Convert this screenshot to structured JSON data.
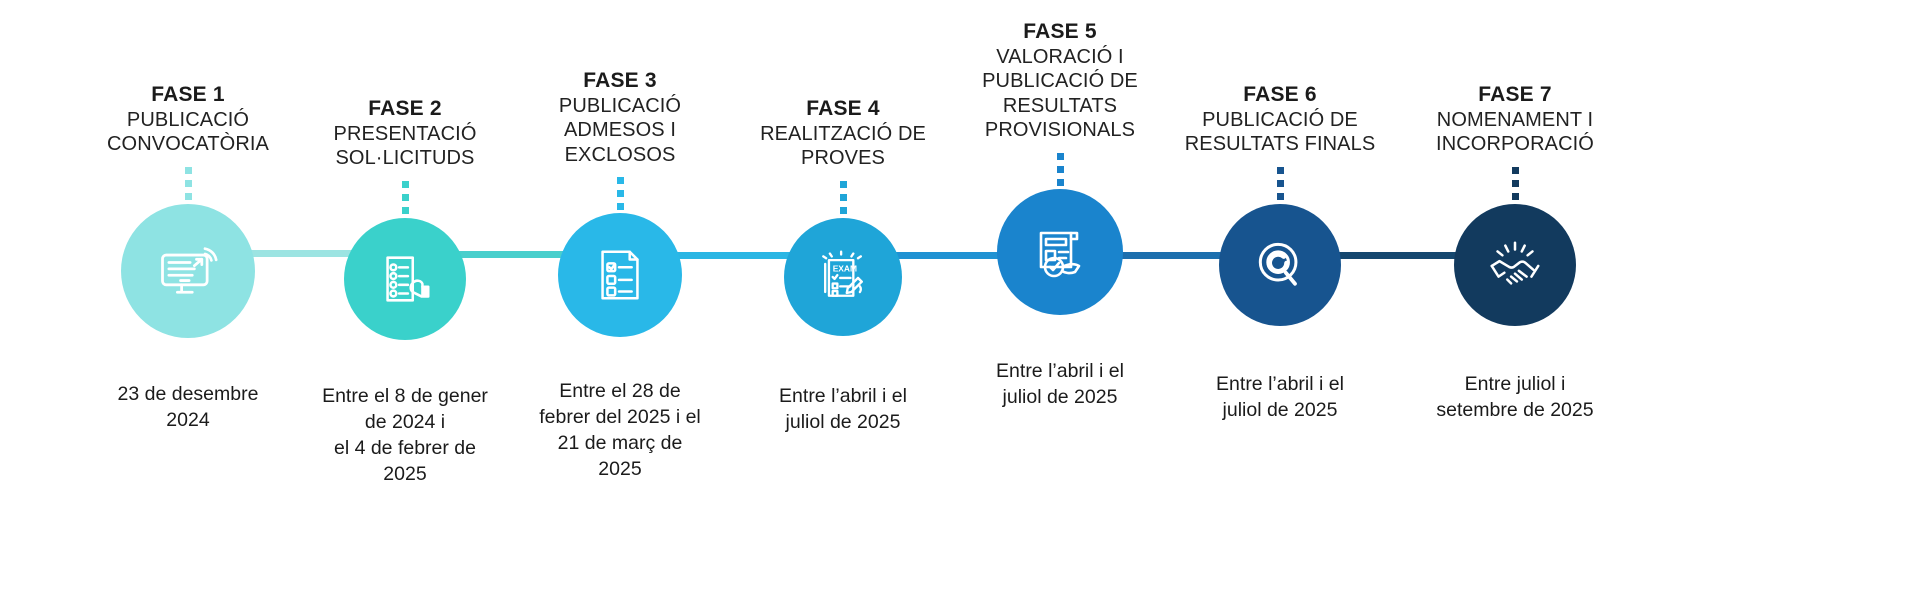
{
  "figure": {
    "kind": "process-timeline",
    "orientation": "horizontal",
    "phase_count": 7,
    "background": "#ffffff"
  },
  "phases": [
    {
      "title": "FASE 1",
      "subtitle_lines": [
        "PUBLICACIÓ",
        "CONVOCATÒRIA"
      ],
      "date_lines": [
        "23 de desembre",
        "2024"
      ],
      "color": "#8ee3e3",
      "icon": "monitor-broadcast-icon"
    },
    {
      "title": "FASE 2",
      "subtitle_lines": [
        "PRESENTACIÓ",
        "SOL·LICITUDS"
      ],
      "date_lines": [
        "Entre el 8 de gener",
        "de 2024 i",
        "el 4 de febrer de",
        "2025"
      ],
      "color": "#3ad1cb",
      "icon": "checklist-hand-icon"
    },
    {
      "title": "FASE 3",
      "subtitle_lines": [
        "PUBLICACIÓ",
        "ADMESOS I",
        "EXCLOSOS"
      ],
      "date_lines": [
        "Entre el 28 de",
        "febrer del 2025 i el",
        "21 de març de",
        "2025"
      ],
      "color": "#29b8e8",
      "icon": "checklist-document-icon"
    },
    {
      "title": "FASE 4",
      "subtitle_lines": [
        "REALITZACIÓ DE",
        "PROVES"
      ],
      "date_lines": [
        "Entre l’abril i el",
        "juliol de 2025"
      ],
      "color": "#1fa5d8",
      "icon": "exam-pencil-icon"
    },
    {
      "title": "FASE 5",
      "subtitle_lines": [
        "VALORACIÓ I",
        "PUBLICACIÓ DE",
        "RESULTATS",
        "PROVISIONALS"
      ],
      "date_lines": [
        "Entre l’abril i el",
        "juliol de 2025"
      ],
      "color": "#1a84cd",
      "icon": "certificate-check-icon"
    },
    {
      "title": "FASE 6",
      "subtitle_lines": [
        "PUBLICACIÓ DE",
        "RESULTATS FINALS"
      ],
      "date_lines": [
        "Entre l’abril i el",
        "juliol de 2025"
      ],
      "color": "#17548f",
      "icon": "target-magnifier-icon"
    },
    {
      "title": "FASE 7",
      "subtitle_lines": [
        "NOMENAMENT I",
        "INCORPORACIÓ"
      ],
      "date_lines": [
        "Entre juliol i",
        "setembre de 2025"
      ],
      "color": "#123a5e",
      "icon": "handshake-icon"
    }
  ],
  "connectors": {
    "segment_colors": [
      "#9ce4e2",
      "#49cfcc",
      "#2ab6e4",
      "#1f92d3",
      "#1c6fae",
      "#15476f"
    ],
    "style": "solid-line",
    "dash_style": "square-dotted"
  }
}
